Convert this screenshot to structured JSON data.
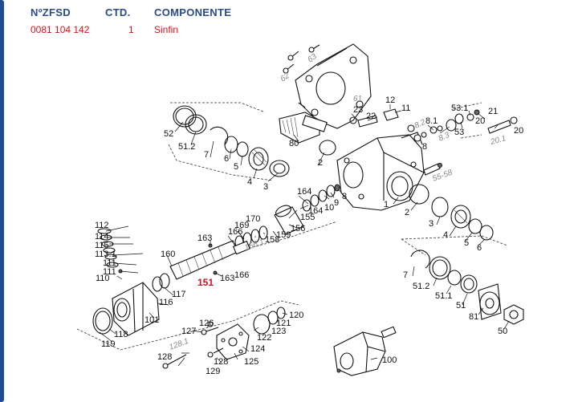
{
  "header": {
    "col_num": "NºZFSD",
    "col_qty": "CTD.",
    "col_component": "COMPONENTE"
  },
  "row": {
    "num": "0081 104 142",
    "qty": "1",
    "component": "Sinfin"
  },
  "highlight_label": "151",
  "labels": [
    {
      "id": "l112",
      "text": "112"
    },
    {
      "id": "l114",
      "text": "114"
    },
    {
      "id": "l115",
      "text": "115"
    },
    {
      "id": "l113_1",
      "text": "113.1"
    },
    {
      "id": "l111a",
      "text": "111"
    },
    {
      "id": "l111b",
      "text": "111"
    },
    {
      "id": "l110",
      "text": "110"
    },
    {
      "id": "l160",
      "text": "160"
    },
    {
      "id": "l117",
      "text": "117"
    },
    {
      "id": "l116",
      "text": "116"
    },
    {
      "id": "l101",
      "text": "101"
    },
    {
      "id": "l118",
      "text": "118"
    },
    {
      "id": "l119",
      "text": "119"
    },
    {
      "id": "l163a",
      "text": "163"
    },
    {
      "id": "l163b",
      "text": "163"
    },
    {
      "id": "l166a",
      "text": "166"
    },
    {
      "id": "l166b",
      "text": "166"
    },
    {
      "id": "l169",
      "text": "169"
    },
    {
      "id": "l170",
      "text": "170"
    },
    {
      "id": "l158",
      "text": "158"
    },
    {
      "id": "l159",
      "text": "159"
    },
    {
      "id": "l156",
      "text": "156"
    },
    {
      "id": "l155",
      "text": "155"
    },
    {
      "id": "l164a",
      "text": "164"
    },
    {
      "id": "l164b",
      "text": "164"
    },
    {
      "id": "l10",
      "text": "10"
    },
    {
      "id": "l9",
      "text": "9"
    },
    {
      "id": "l8a",
      "text": "8"
    },
    {
      "id": "l1",
      "text": "1"
    },
    {
      "id": "l2a",
      "text": "2"
    },
    {
      "id": "l2b",
      "text": "2"
    },
    {
      "id": "l3a",
      "text": "3"
    },
    {
      "id": "l4a",
      "text": "4"
    },
    {
      "id": "l5a",
      "text": "5"
    },
    {
      "id": "l6a",
      "text": "6"
    },
    {
      "id": "l7a",
      "text": "7"
    },
    {
      "id": "l51_2a",
      "text": "51.2"
    },
    {
      "id": "l52",
      "text": "52"
    },
    {
      "id": "l80",
      "text": "80"
    },
    {
      "id": "l23",
      "text": "23"
    },
    {
      "id": "l22",
      "text": "22"
    },
    {
      "id": "l12",
      "text": "12"
    },
    {
      "id": "l11",
      "text": "11"
    },
    {
      "id": "l8_1",
      "text": "8.1"
    },
    {
      "id": "l8b",
      "text": "8"
    },
    {
      "id": "l53_1",
      "text": "53.1"
    },
    {
      "id": "l53",
      "text": "53"
    },
    {
      "id": "l21",
      "text": "21"
    },
    {
      "id": "l20a",
      "text": "20"
    },
    {
      "id": "l20b",
      "text": "20"
    },
    {
      "id": "l3b",
      "text": "3"
    },
    {
      "id": "l4b",
      "text": "4"
    },
    {
      "id": "l5b",
      "text": "5"
    },
    {
      "id": "l6b",
      "text": "6"
    },
    {
      "id": "l7b",
      "text": "7"
    },
    {
      "id": "l51_2b",
      "text": "51.2"
    },
    {
      "id": "l51_1",
      "text": "51.1"
    },
    {
      "id": "l51",
      "text": "51"
    },
    {
      "id": "l81",
      "text": "81"
    },
    {
      "id": "l50",
      "text": "50"
    },
    {
      "id": "l126",
      "text": "126"
    },
    {
      "id": "l127",
      "text": "127"
    },
    {
      "id": "l128a",
      "text": "128"
    },
    {
      "id": "l128b",
      "text": "128"
    },
    {
      "id": "l129",
      "text": "129"
    },
    {
      "id": "l125",
      "text": "125"
    },
    {
      "id": "l124",
      "text": "124"
    },
    {
      "id": "l122",
      "text": "122"
    },
    {
      "id": "l123",
      "text": "123"
    },
    {
      "id": "l121",
      "text": "121"
    },
    {
      "id": "l120",
      "text": "120"
    },
    {
      "id": "l100",
      "text": "100"
    }
  ],
  "italic_labels": [
    {
      "id": "i62",
      "text": "62"
    },
    {
      "id": "i63",
      "text": "63"
    },
    {
      "id": "i61",
      "text": "61"
    },
    {
      "id": "i8_2",
      "text": "8.2"
    },
    {
      "id": "i8_3",
      "text": "8.3"
    },
    {
      "id": "i20_1",
      "text": "20.1"
    },
    {
      "id": "i55_58",
      "text": "55-58"
    },
    {
      "id": "i166_1",
      "text": "166.1"
    },
    {
      "id": "i128_1",
      "text": "128.1"
    }
  ]
}
